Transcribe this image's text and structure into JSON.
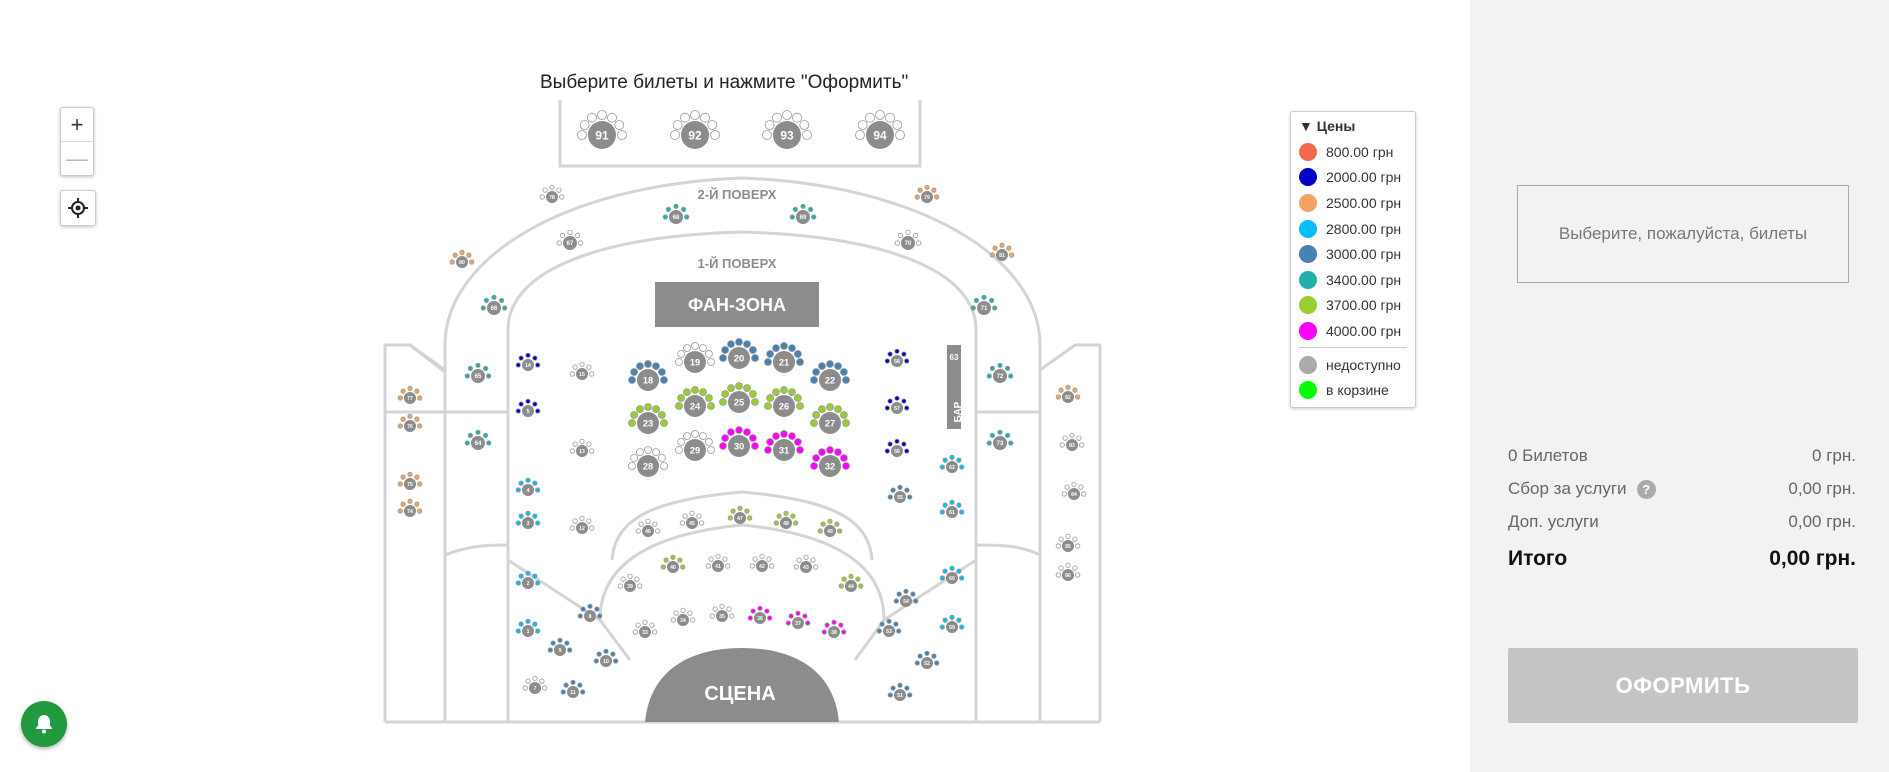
{
  "instruction": "Выберите билеты и нажмите \"Оформить\"",
  "zoom": {
    "in_label": "+",
    "out_label": "—"
  },
  "venue": {
    "floor2_label": "2-Й ПОВЕРХ",
    "floor1_label": "1-Й ПОВЕРХ",
    "fan_zone_label": "ФАН-ЗОНА",
    "stage_label": "СЦЕНА",
    "bar_label": "БАР",
    "bar_number": "63"
  },
  "legend": {
    "title": "▼ Цены",
    "prices": [
      {
        "label": "800.00 грн",
        "color": "#f4694b"
      },
      {
        "label": "2000.00 грн",
        "color": "#0000c8"
      },
      {
        "label": "2500.00 грн",
        "color": "#f4a460"
      },
      {
        "label": "2800.00 грн",
        "color": "#00bfff"
      },
      {
        "label": "3000.00 грн",
        "color": "#4682b4"
      },
      {
        "label": "3400.00 грн",
        "color": "#20b2aa"
      },
      {
        "label": "3700.00 грн",
        "color": "#9acd32"
      },
      {
        "label": "4000.00 грн",
        "color": "#ff00ff"
      }
    ],
    "statuses": [
      {
        "label": "недоступно",
        "color": "#aaaaaa"
      },
      {
        "label": "в корзине",
        "color": "#00ff00"
      }
    ]
  },
  "tables": [
    {
      "n": "91",
      "c": "#aaaaaa"
    },
    {
      "n": "92",
      "c": "#aaaaaa"
    },
    {
      "n": "93",
      "c": "#aaaaaa"
    },
    {
      "n": "94",
      "c": "#aaaaaa"
    },
    {
      "n": "19",
      "c": "#aaaaaa"
    },
    {
      "n": "20",
      "c": "#4682b4"
    },
    {
      "n": "21",
      "c": "#4682b4"
    },
    {
      "n": "18",
      "c": "#4682b4"
    },
    {
      "n": "22",
      "c": "#4682b4"
    },
    {
      "n": "24",
      "c": "#9acd32"
    },
    {
      "n": "25",
      "c": "#9acd32"
    },
    {
      "n": "26",
      "c": "#9acd32"
    },
    {
      "n": "23",
      "c": "#9acd32"
    },
    {
      "n": "27",
      "c": "#9acd32"
    },
    {
      "n": "29",
      "c": "#aaaaaa"
    },
    {
      "n": "30",
      "c": "#ff00ff"
    },
    {
      "n": "31",
      "c": "#ff00ff"
    },
    {
      "n": "28",
      "c": "#aaaaaa"
    },
    {
      "n": "32",
      "c": "#ff00ff"
    },
    {
      "n": "68",
      "c": "#20b2aa"
    },
    {
      "n": "69",
      "c": "#20b2aa"
    },
    {
      "n": "67",
      "c": "#aaaaaa"
    },
    {
      "n": "70",
      "c": "#aaaaaa"
    },
    {
      "n": "66",
      "c": "#20b2aa"
    },
    {
      "n": "71",
      "c": "#20b2aa"
    },
    {
      "n": "65",
      "c": "#20b2aa"
    },
    {
      "n": "72",
      "c": "#20b2aa"
    },
    {
      "n": "64",
      "c": "#20b2aa"
    },
    {
      "n": "73",
      "c": "#20b2aa"
    },
    {
      "n": "77",
      "c": "#f4a460"
    },
    {
      "n": "76",
      "c": "#f4a460"
    },
    {
      "n": "75",
      "c": "#f4a460"
    },
    {
      "n": "74",
      "c": "#f4a460"
    },
    {
      "n": "82",
      "c": "#f4a460"
    },
    {
      "n": "83",
      "c": "#aaaaaa"
    },
    {
      "n": "84",
      "c": "#aaaaaa"
    },
    {
      "n": "85",
      "c": "#aaaaaa"
    },
    {
      "n": "86",
      "c": "#aaaaaa"
    },
    {
      "n": "78",
      "c": "#aaaaaa"
    },
    {
      "n": "79",
      "c": "#f4a460"
    },
    {
      "n": "80",
      "c": "#f4a460"
    },
    {
      "n": "81",
      "c": "#f4a460"
    },
    {
      "n": "46",
      "c": "#aaaaaa"
    },
    {
      "n": "45",
      "c": "#aaaaaa"
    },
    {
      "n": "47",
      "c": "#9acd32"
    },
    {
      "n": "48",
      "c": "#9acd32"
    },
    {
      "n": "49",
      "c": "#9acd32"
    },
    {
      "n": "39",
      "c": "#aaaaaa"
    },
    {
      "n": "40",
      "c": "#9acd32"
    },
    {
      "n": "41",
      "c": "#aaaaaa"
    },
    {
      "n": "42",
      "c": "#aaaaaa"
    },
    {
      "n": "43",
      "c": "#aaaaaa"
    },
    {
      "n": "44",
      "c": "#9acd32"
    },
    {
      "n": "33",
      "c": "#aaaaaa"
    },
    {
      "n": "34",
      "c": "#aaaaaa"
    },
    {
      "n": "35",
      "c": "#aaaaaa"
    },
    {
      "n": "36",
      "c": "#ff00ff"
    },
    {
      "n": "37",
      "c": "#ff00ff"
    },
    {
      "n": "38",
      "c": "#ff00ff"
    },
    {
      "n": "15",
      "c": "#aaaaaa"
    },
    {
      "n": "13",
      "c": "#aaaaaa"
    },
    {
      "n": "12",
      "c": "#aaaaaa"
    },
    {
      "n": "58",
      "c": "#0000c8"
    },
    {
      "n": "57",
      "c": "#0000c8"
    },
    {
      "n": "56",
      "c": "#0000c8"
    },
    {
      "n": "55",
      "c": "#4682b4"
    },
    {
      "n": "54",
      "c": "#4682b4"
    },
    {
      "n": "53",
      "c": "#4682b4"
    },
    {
      "n": "52",
      "c": "#4682b4"
    },
    {
      "n": "51",
      "c": "#4682b4"
    },
    {
      "n": "8",
      "c": "#4682b4"
    },
    {
      "n": "9",
      "c": "#4682b4"
    },
    {
      "n": "10",
      "c": "#4682b4"
    },
    {
      "n": "11",
      "c": "#4682b4"
    },
    {
      "n": "7",
      "c": "#aaaaaa"
    },
    {
      "n": "14",
      "c": "#0000c8"
    },
    {
      "n": "5",
      "c": "#0000c8"
    },
    {
      "n": "4",
      "c": "#00bfff"
    },
    {
      "n": "3",
      "c": "#00bfff"
    },
    {
      "n": "2",
      "c": "#00bfff"
    },
    {
      "n": "1",
      "c": "#00bfff"
    },
    {
      "n": "62",
      "c": "#00bfff"
    },
    {
      "n": "61",
      "c": "#00bfff"
    },
    {
      "n": "60",
      "c": "#00bfff"
    },
    {
      "n": "59",
      "c": "#00bfff"
    }
  ],
  "sidebar": {
    "empty_message": "Выберите, пожалуйста, билеты",
    "tickets_label": "0 Билетов",
    "tickets_value": "0 грн.",
    "fee_label": "Сбор за услуги",
    "fee_help": "?",
    "fee_value": "0,00 грн.",
    "extra_label": "Доп. услуги",
    "extra_value": "0,00 грн.",
    "total_label": "Итого",
    "total_value": "0,00 грн.",
    "checkout_label": "ОФОРМИТЬ"
  }
}
